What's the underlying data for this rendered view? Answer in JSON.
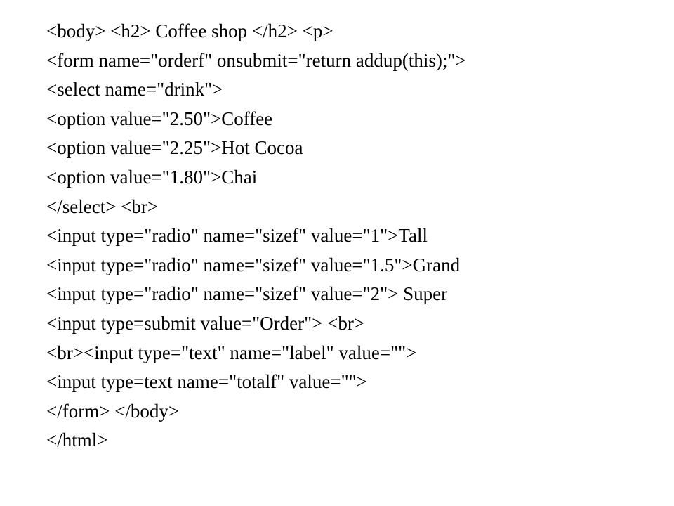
{
  "slide": {
    "lines": [
      "<body> <h2> Coffee shop </h2> <p>",
      "<form name=\"orderf\" onsubmit=\"return addup(this);\">",
      "<select name=\"drink\">",
      "<option value=\"2.50\">Coffee",
      "<option value=\"2.25\">Hot Cocoa",
      "<option value=\"1.80\">Chai",
      "</select> <br>",
      "<input type=\"radio\" name=\"sizef\" value=\"1\">Tall",
      "<input type=\"radio\" name=\"sizef\" value=\"1.5\">Grand",
      "<input type=\"radio\" name=\"sizef\" value=\"2\"> Super",
      "<input type=submit value=\"Order\"> <br>",
      "<br><input type=\"text\" name=\"label\" value=\"\">",
      "<input type=text name=\"totalf\" value=\"\">",
      "</form> </body>",
      "</html>"
    ]
  }
}
